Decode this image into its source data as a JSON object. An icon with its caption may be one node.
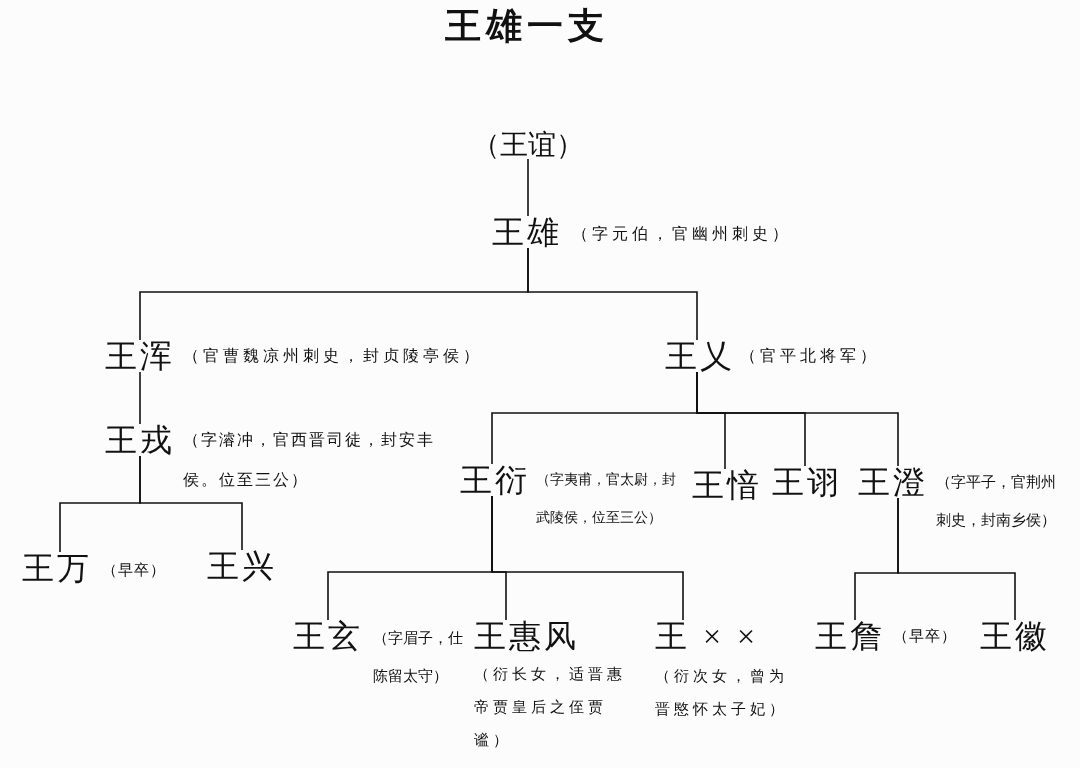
{
  "diagram": {
    "title": "王雄一支",
    "nodes": [
      {
        "text": [
          "（王谊）"
        ]
      },
      {
        "text": [
          "王雄"
        ],
        "beside": [
          "（字元伯，官幽州刺史）"
        ]
      },
      {
        "text": [
          "王浑"
        ],
        "beside": [
          "（官曹魏凉州刺史，封贞陵亭侯）"
        ]
      },
      {
        "text": [
          "王乂"
        ],
        "beside": [
          "（官平北将军）"
        ]
      },
      {
        "text": [
          "王戎"
        ],
        "beside": [
          "（字濬冲，官西晋司徒，封安丰侯。位至三公）"
        ]
      },
      {
        "text": [
          "王衍"
        ],
        "beside": [
          "（字夷甫，官太尉，封武陵侯，位至三公）"
        ]
      },
      {
        "text": [
          "王愔"
        ]
      },
      {
        "text": [
          "王诩"
        ]
      },
      {
        "text": [
          "王澄"
        ],
        "beside": [
          "（字平子，官荆州刺史，封南乡侯）"
        ]
      },
      {
        "text": [
          "王万"
        ],
        "beside": [
          "（早卒）"
        ]
      },
      {
        "text": [
          "王兴"
        ]
      },
      {
        "text": [
          "王玄"
        ],
        "beside": [
          "（字眉子，仕陈留太守）"
        ]
      },
      {
        "text": [
          "王惠风"
        ],
        "beside": [
          "（衍长女，适晋惠帝贾皇后之侄贾谧）"
        ]
      },
      {
        "text": [
          "王××"
        ],
        "beside": [
          "（衍次女，曾为晋愍怀太子妃）"
        ]
      },
      {
        "text": [
          "王詹"
        ],
        "beside": [
          "（早卒）"
        ]
      },
      {
        "text": [
          "王徽"
        ]
      }
    ],
    "edges": [
      {
        "from": 0,
        "to": 1,
        "arrow": "none"
      },
      {
        "from": 1,
        "to": 2,
        "arrow": "none"
      },
      {
        "from": 1,
        "to": 3,
        "arrow": "none"
      },
      {
        "from": 2,
        "to": 4,
        "arrow": "none"
      },
      {
        "from": 4,
        "to": 9,
        "arrow": "none"
      },
      {
        "from": 4,
        "to": 10,
        "arrow": "none"
      },
      {
        "from": 3,
        "to": 5,
        "arrow": "none"
      },
      {
        "from": 3,
        "to": 6,
        "arrow": "none"
      },
      {
        "from": 3,
        "to": 7,
        "arrow": "none"
      },
      {
        "from": 3,
        "to": 8,
        "arrow": "none"
      },
      {
        "from": 5,
        "to": 11,
        "arrow": "none"
      },
      {
        "from": 5,
        "to": 12,
        "arrow": "none"
      },
      {
        "from": 5,
        "to": 13,
        "arrow": "none"
      },
      {
        "from": 8,
        "to": 14,
        "arrow": "none"
      },
      {
        "from": 8,
        "to": 15,
        "arrow": "none"
      }
    ]
  }
}
